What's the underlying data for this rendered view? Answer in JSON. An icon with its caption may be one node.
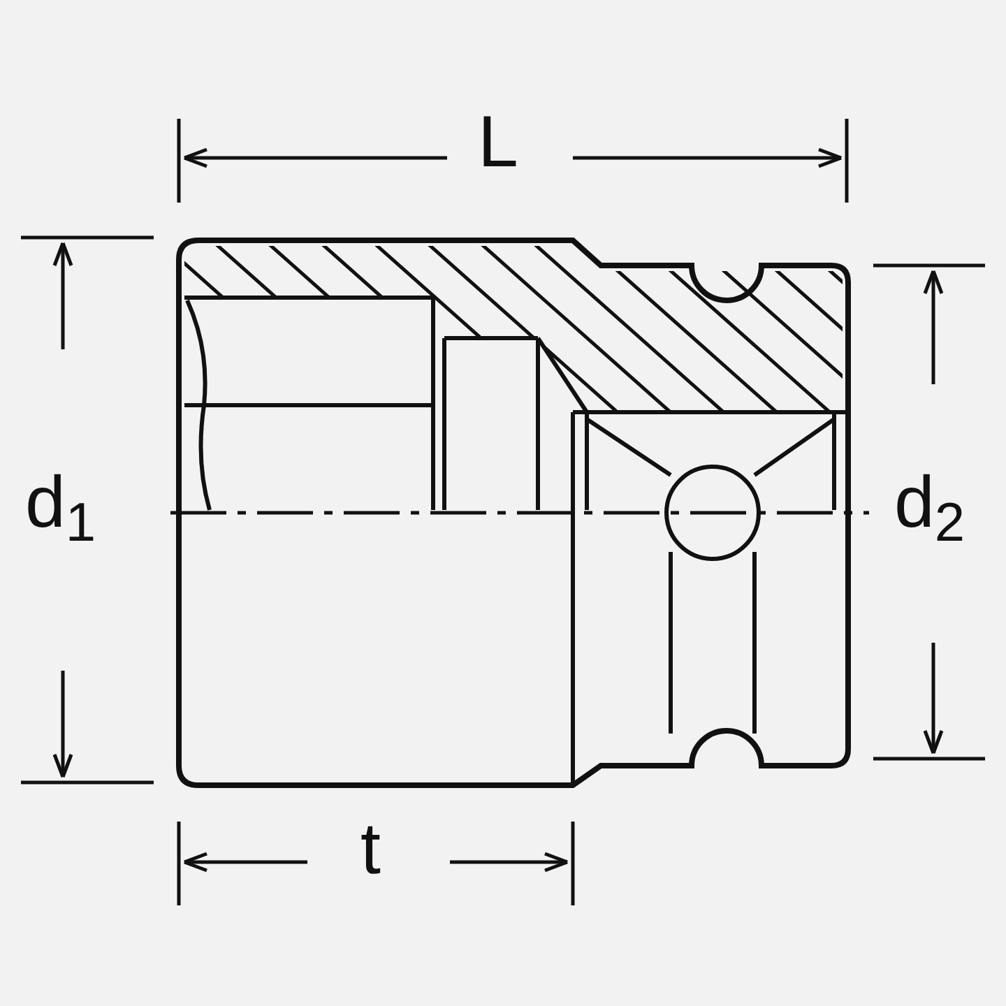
{
  "diagram": {
    "labels": [
      "L",
      "d$_{1}$",
      "d$_{2}$",
      "t"
    ]
  }
}
